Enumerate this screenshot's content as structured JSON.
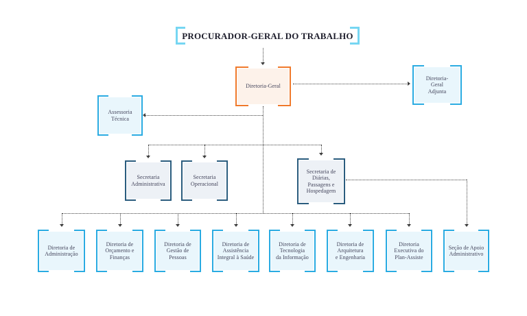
{
  "colors": {
    "orange": "#f0792b",
    "orange_fill": "#fdf2ea",
    "cyan": "#29abe2",
    "cyan_fill": "#e9f6fc",
    "cyan_light": "#76d6f2",
    "navy": "#2a5c7e",
    "navy_fill": "#edf1f6",
    "line": "#3f3f3f",
    "text": "#42435a",
    "title_text": "#1d1d2b"
  },
  "title": {
    "label": "PROCURADOR-GERAL DO TRABALHO"
  },
  "nodes": {
    "diretoria_geral": {
      "label": "Diretoria-Geral"
    },
    "diretoria_geral_adjunta": {
      "label": "Diretoria-\nGeral\nAdjunta"
    },
    "assessoria_tecnica": {
      "label": "Assessoria\nTécnica"
    },
    "secretaria_administrativa": {
      "label": "Secretaria\nAdministrativa"
    },
    "secretaria_operacional": {
      "label": "Secretaria\nOperacional"
    },
    "secretaria_diarias": {
      "label": "Secretaria de\nDiárias,\nPassagens e\nHospedagem"
    },
    "dir_administracao": {
      "label": "Diretoria de\nAdministração"
    },
    "dir_orcamento_financas": {
      "label": "Diretoria de\nOrçamento e\nFinanças"
    },
    "dir_gestao_pessoas": {
      "label": "Diretoria de\nGestão de\nPessoas"
    },
    "dir_assistencia_saude": {
      "label": "Diretoria de\nAssistência\nIntegral à Saúde"
    },
    "dir_tecnologia_informacao": {
      "label": "Diretoria de\nTecnologia\nda Informação"
    },
    "dir_arquitetura_engenharia": {
      "label": "Diretoria de\nArquitetura\ne Engenharia"
    },
    "dir_executiva_plan_assiste": {
      "label": "Diretoria\nExecutiva do\nPlan-Assiste"
    },
    "secao_apoio_administrativo": {
      "label": "Seção de Apoio\nAdministrativo"
    }
  }
}
